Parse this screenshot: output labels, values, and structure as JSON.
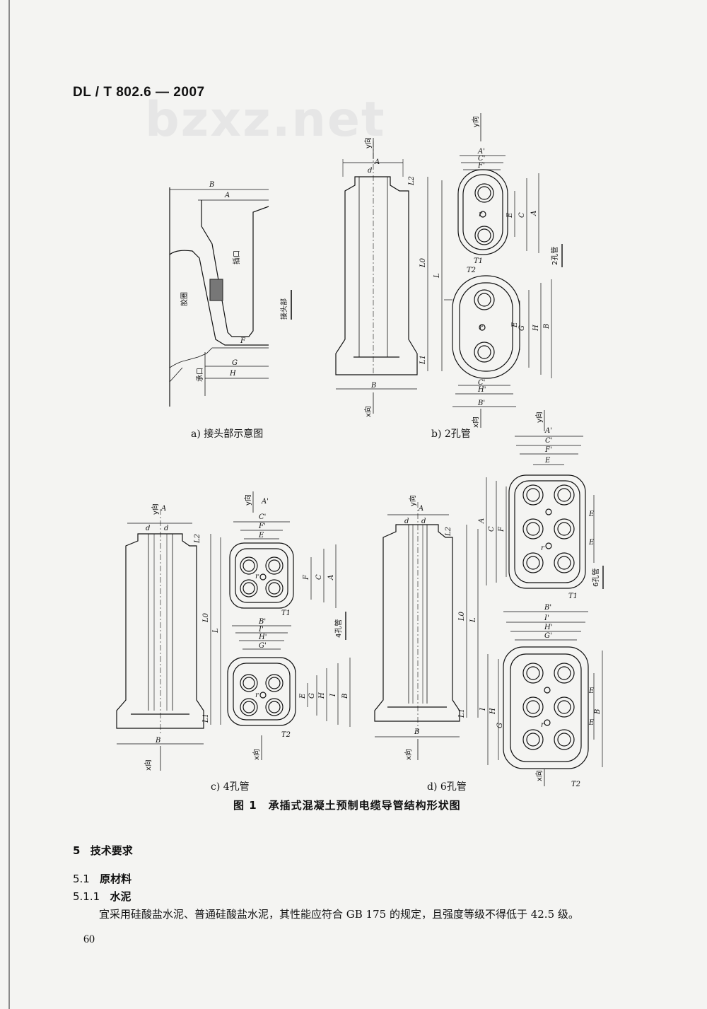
{
  "header": {
    "doc_number": "DL / T 802.6 — 2007"
  },
  "watermark": "bzxz.net",
  "figure": {
    "title": "图 1　承插式混凝土预制电缆导管结构形状图",
    "captions": {
      "a": "a) 接头部示意图",
      "b": "b) 2孔管",
      "c": "c) 4孔管",
      "d": "d) 6孔管"
    },
    "labels_a": {
      "B": "B",
      "A": "A",
      "F": "F",
      "G": "G",
      "H": "H",
      "chakou": "插口",
      "jiaoquan": "胶圈",
      "jietoubu": "接头部",
      "chengkou": "承口"
    },
    "dir_y": "y向",
    "dir_x": "x向",
    "tag_2": "2孔管",
    "tag_4": "4孔管",
    "tag_6": "6孔管",
    "dims": {
      "A": "A",
      "B": "B",
      "d": "d",
      "L": "L",
      "L0": "L0",
      "L1": "L1",
      "L2": "L2",
      "Ap": "A'",
      "Bp": "B'",
      "Cp": "C'",
      "Fp": "F'",
      "Gp": "G'",
      "Hp": "H'",
      "Ip": "I'",
      "C": "C",
      "E": "E",
      "F": "F",
      "G": "G",
      "H": "H",
      "I": "I",
      "T1": "T1",
      "T2": "T2",
      "r": "r"
    }
  },
  "sections": {
    "s5": {
      "num": "5",
      "title": "技术要求"
    },
    "s51": {
      "num": "5.1",
      "title": "原材料"
    },
    "s511": {
      "num": "5.1.1",
      "title": "水泥"
    }
  },
  "body": "宜采用硅酸盐水泥、普通硅酸盐水泥，其性能应符合 GB 175 的规定，且强度等级不得低于 42.5 级。",
  "page_number": "60"
}
